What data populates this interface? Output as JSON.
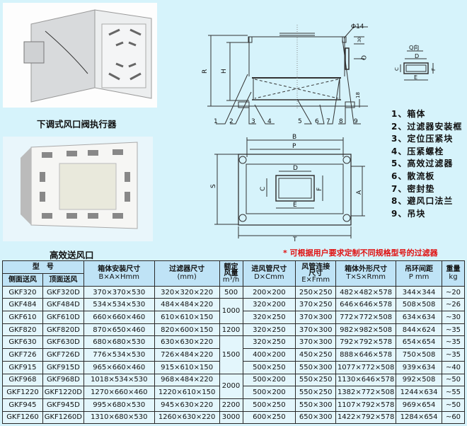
{
  "captions": {
    "actuator": "下调式风口阀执行器",
    "diffuser": "高效送风口"
  },
  "diagram": {
    "side_labels": [
      "1",
      "2",
      "3",
      "4",
      "5",
      "6",
      "7",
      "8",
      "9"
    ],
    "dims_side": {
      "R": "R",
      "H": "H",
      "phi": "Φ14",
      "d30": "30",
      "d18": "18",
      "Q": "Q"
    },
    "dims_plan": {
      "B": "B",
      "P": "P",
      "T": "T",
      "S": "S",
      "A": "A",
      "C": "C",
      "D": "D",
      "E": "E",
      "F": "F"
    },
    "q_view": {
      "title": "Q向",
      "D": "D",
      "E": "E",
      "C": "C",
      "F": "F"
    }
  },
  "legend": [
    "1、箱体",
    "2、过滤器安装框",
    "3、定位压紧块",
    "4、压紧螺栓",
    "5、高效过滤器",
    "6、散流板",
    "7、密封垫",
    "8、避风口法兰",
    "9、吊块"
  ],
  "note": "* 可根据用户要求定制不同规格型号的过滤器",
  "table": {
    "headers": {
      "model": "型　号",
      "side": "侧面送风",
      "top": "顶面送风",
      "box_install": [
        "箱体安装尺寸",
        "B×A×Hmm"
      ],
      "filter": [
        "过滤器尺寸",
        "(mm)"
      ],
      "airflow": [
        "额定",
        "风量",
        "m³/h"
      ],
      "inlet": [
        "进风管尺寸",
        "D×Cmm"
      ],
      "duct": [
        "风管连接",
        "尺寸",
        "E×Fmm"
      ],
      "outer": [
        "箱体外形尺寸",
        "T×S×Rmm"
      ],
      "ring": [
        "吊环间距",
        "P mm"
      ],
      "weight": [
        "重量",
        "kg"
      ]
    },
    "rows": [
      {
        "side": "GKF320",
        "top": "GKF320D",
        "box": "370×370×530",
        "filter": "320×320×220",
        "airflow": "500",
        "inlet": "200×200",
        "duct": "250×250",
        "outer": "482×482×578",
        "ring": "344×344",
        "weight": "~20"
      },
      {
        "side": "GKF484",
        "top": "GKF484D",
        "box": "534×534×530",
        "filter": "484×484×220",
        "airflow": "1000",
        "inlet": "320×200",
        "duct": "370×250",
        "outer": "646×646×578",
        "ring": "508×508",
        "weight": "~26"
      },
      {
        "side": "GKF610",
        "top": "GKF610D",
        "box": "660×660×460",
        "filter": "610×610×150",
        "airflow": "",
        "inlet": "320×250",
        "duct": "370×300",
        "outer": "772×772×508",
        "ring": "634×634",
        "weight": "~30"
      },
      {
        "side": "GKF820",
        "top": "GKF820D",
        "box": "870×650×460",
        "filter": "820×600×150",
        "airflow": "1200",
        "inlet": "320×250",
        "duct": "370×300",
        "outer": "982×982×508",
        "ring": "844×624",
        "weight": "~35"
      },
      {
        "side": "GKF630",
        "top": "GKF630D",
        "box": "680×680×530",
        "filter": "630×630×220",
        "airflow": "1500",
        "inlet": "320×250",
        "duct": "370×300",
        "outer": "792×792×578",
        "ring": "654×654",
        "weight": "~35"
      },
      {
        "side": "GKF726",
        "top": "GKF726D",
        "box": "776×534×530",
        "filter": "726×484×220",
        "airflow": "",
        "inlet": "400×200",
        "duct": "450×250",
        "outer": "888×646×578",
        "ring": "750×508",
        "weight": "~35"
      },
      {
        "side": "GKF915",
        "top": "GKF915D",
        "box": "965×660×460",
        "filter": "915×610×150",
        "airflow": "",
        "inlet": "500×250",
        "duct": "550×300",
        "outer": "1077×772×508",
        "ring": "939×634",
        "weight": "~40"
      },
      {
        "side": "GKF968",
        "top": "GKF968D",
        "box": "1018×534×530",
        "filter": "968×484×220",
        "airflow": "2000",
        "inlet": "500×200",
        "duct": "550×250",
        "outer": "1130×646×578",
        "ring": "992×508",
        "weight": "~50"
      },
      {
        "side": "GKF1220",
        "top": "GKF1220D",
        "box": "1270×660×460",
        "filter": "1220×610×150",
        "airflow": "",
        "inlet": "500×200",
        "duct": "550×250",
        "outer": "1382×772×508",
        "ring": "1244×634",
        "weight": "~55"
      },
      {
        "side": "GKF945",
        "top": "GKF945D",
        "box": "995×680×530",
        "filter": "945×630×220",
        "airflow": "2200",
        "inlet": "500×250",
        "duct": "550×300",
        "outer": "1107×792×578",
        "ring": "969×654",
        "weight": "~50"
      },
      {
        "side": "GKF1260",
        "top": "GKF1260D",
        "box": "1310×680×530",
        "filter": "1260×630×220",
        "airflow": "3000",
        "inlet": "600×250",
        "duct": "650×300",
        "outer": "1422×792×578",
        "ring": "1284×654",
        "weight": "~60"
      }
    ]
  }
}
